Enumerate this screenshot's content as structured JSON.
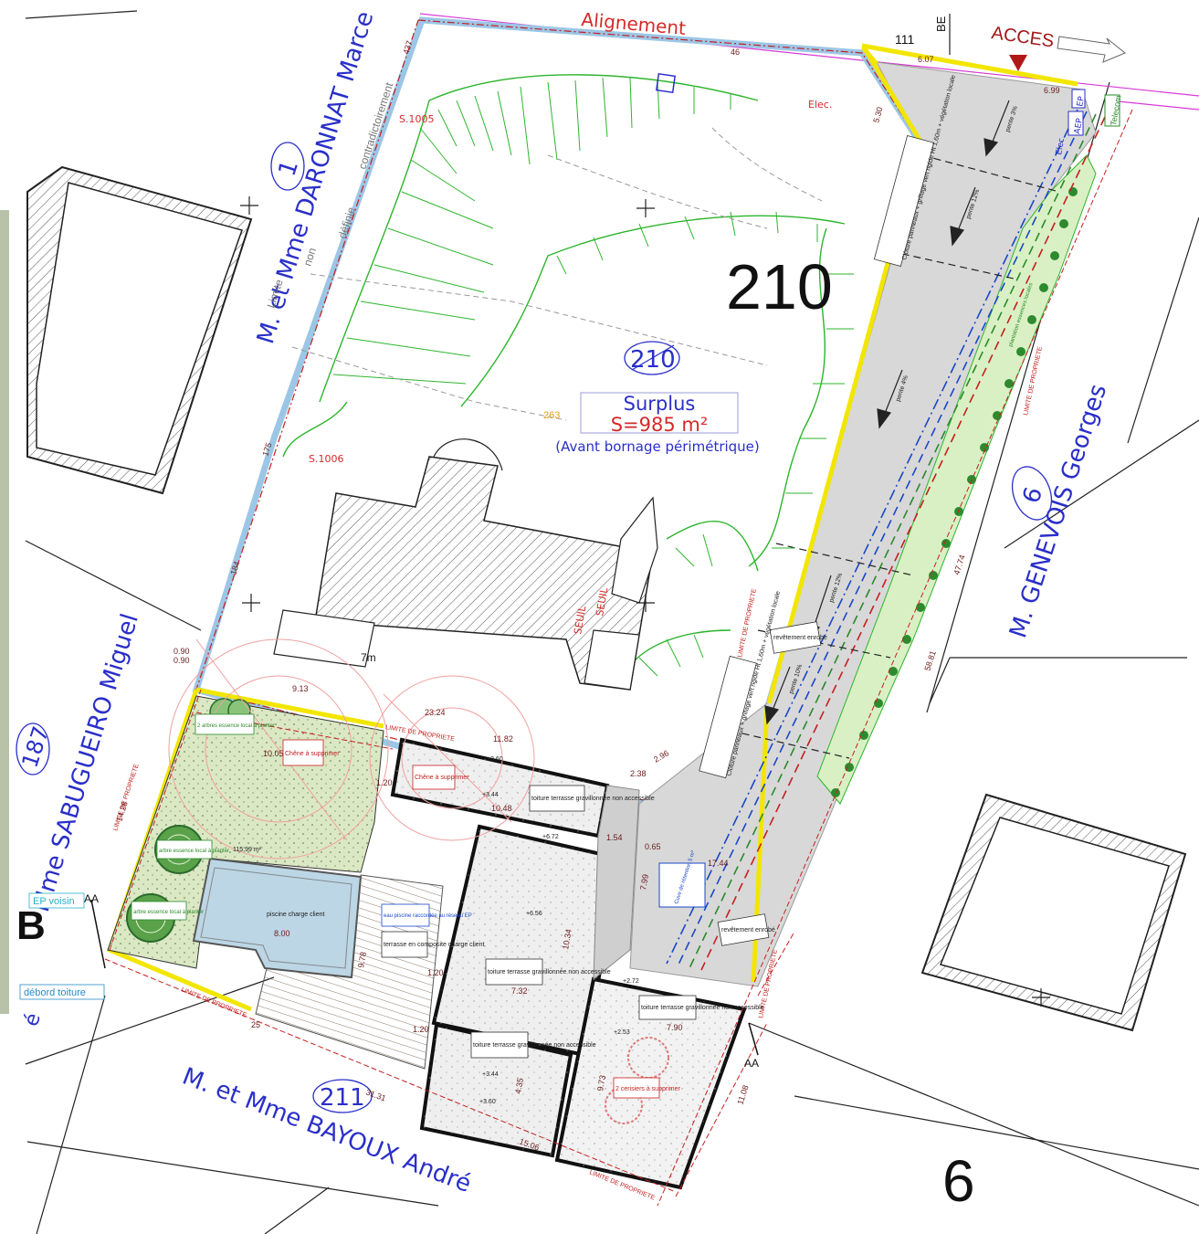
{
  "parcels": {
    "main_number": "210",
    "main_number_circled": "210",
    "east_number": "6",
    "east_circled": "6",
    "north_west_circled": "1",
    "south_circled": "211",
    "west_circled": "187"
  },
  "owners": {
    "north_west": "M. et Mme DARONNAT Marce",
    "east": "M. GENEVOIS Georges",
    "west": "Mme SABUGUEIRO Miguel",
    "south": "M. et Mme BAYOUX André"
  },
  "surplus": {
    "title": "Surplus",
    "area": "S=985 m²",
    "note": "(Avant bornage périmétrique)"
  },
  "top": {
    "alignment": "Alignement",
    "access": "ACCES",
    "road_number": "111",
    "road_code": "BE"
  },
  "markers": {
    "s1005": "S.1005",
    "s1006": "S.1006",
    "elec": "Elec.",
    "elec2": "Elec",
    "aep": "AEP",
    "ep": "EP",
    "telecom": "Telecom",
    "seuil_a": "SEUIL",
    "seuil_b": "SEUIL",
    "alt_263": "263",
    "stair": "7m",
    "section_aa_left": "AA",
    "section_aa_right": "AA",
    "left_edge_letter": "B",
    "left_edge_letter2": "é"
  },
  "boundary_text": {
    "limite": "Limite",
    "non": "non",
    "definie": "définie",
    "contradictoirement": "contradictoirement",
    "limite_propriete": "LIMITE DE PROPRIETE"
  },
  "dimensions": {
    "d46": "46",
    "d607": "6.07",
    "d699": "6.99",
    "d530": "5.30",
    "d437": "437",
    "d175": "175",
    "d184": "184",
    "d090a": "0.90",
    "d090b": "0.90",
    "d913": "9.13",
    "d2324": "23.24",
    "d1182": "11.82",
    "d296": "2.96",
    "d238": "2.38",
    "d1428": "14.28",
    "d1005": "10.05",
    "d1048": "10.48",
    "d154": "1.54",
    "d065": "0.65",
    "d1744": "17.44",
    "d4774": "47.74",
    "d5881": "58.81",
    "d1108": "11.08",
    "d3131": "31.31",
    "d1506": "15.06",
    "d25": "25",
    "d800": "8.00",
    "d732": "7.32",
    "d790": "7.90",
    "d1034": "10.34",
    "d973": "9.73",
    "d435": "4.35",
    "d120a": "1.20",
    "d120b": "1.20",
    "d120c": "1.20",
    "d799": "7.99",
    "d978": "9.78"
  },
  "levels": {
    "l360a": "+3.60",
    "l344a": "+3.44",
    "l672": "+6.72",
    "l656": "+6.56",
    "l272": "+2.72",
    "l253": "+2.53",
    "l344b": "+3.44",
    "l360b": "+3.60"
  },
  "annotations": {
    "chene_1": "Chêne à supprimer",
    "chene_2": "Chêne à supprimer",
    "arbres_2": "2 arbres essence local à planter",
    "arbre_1": "arbre essence local à planter",
    "arbre_2": "arbre essence local à planter",
    "area_jardin": "115,99 m²",
    "piscine": "piscine charge client",
    "eau_piscine": "eau piscine raccordée au réseau EP",
    "terrasse": "terrasse en composite charge client",
    "toit_1": "toiture terrasse gravillonnée non accessible",
    "toit_2": "toiture terrasse gravillonnée non accessible",
    "toit_3": "toiture terrasse gravillonnée non accessible",
    "toit_4": "toiture terrasse gravillonnée non accessible",
    "cerisiers": "2 cerisiers à supprimer",
    "revetement_1": "revêtement enrobé",
    "revetement_2": "revêtement enrobé",
    "cloture_1": "Clôture panneaux + grillage vert rigide Ht 1,60m + végétation locale",
    "cloture_2": "Clôture panneaux + grillage vert rigide Ht 1,60m + végétation locale",
    "haie": "plantation essences locales",
    "cuve": "Cuve de rétention 5 m³",
    "ep_voisin": "EP voisin",
    "debord": "débord toiture",
    "pente_1": "pente 3%",
    "pente_2": "pente 12%",
    "pente_3": "pente 4%",
    "pente_4": "pente 12%",
    "pente_5": "pente 10%"
  },
  "colors": {
    "limit_yellow": "#f2e600",
    "boundary_blue": "#9cc6e6",
    "slope_green": "#2db52d",
    "text_blue": "#2a2fc8",
    "text_red": "#d42a2a",
    "paving_gray": "#d8d8d8",
    "garden_green": "#dbe8c4",
    "pool_blue": "#bcd6e6"
  }
}
